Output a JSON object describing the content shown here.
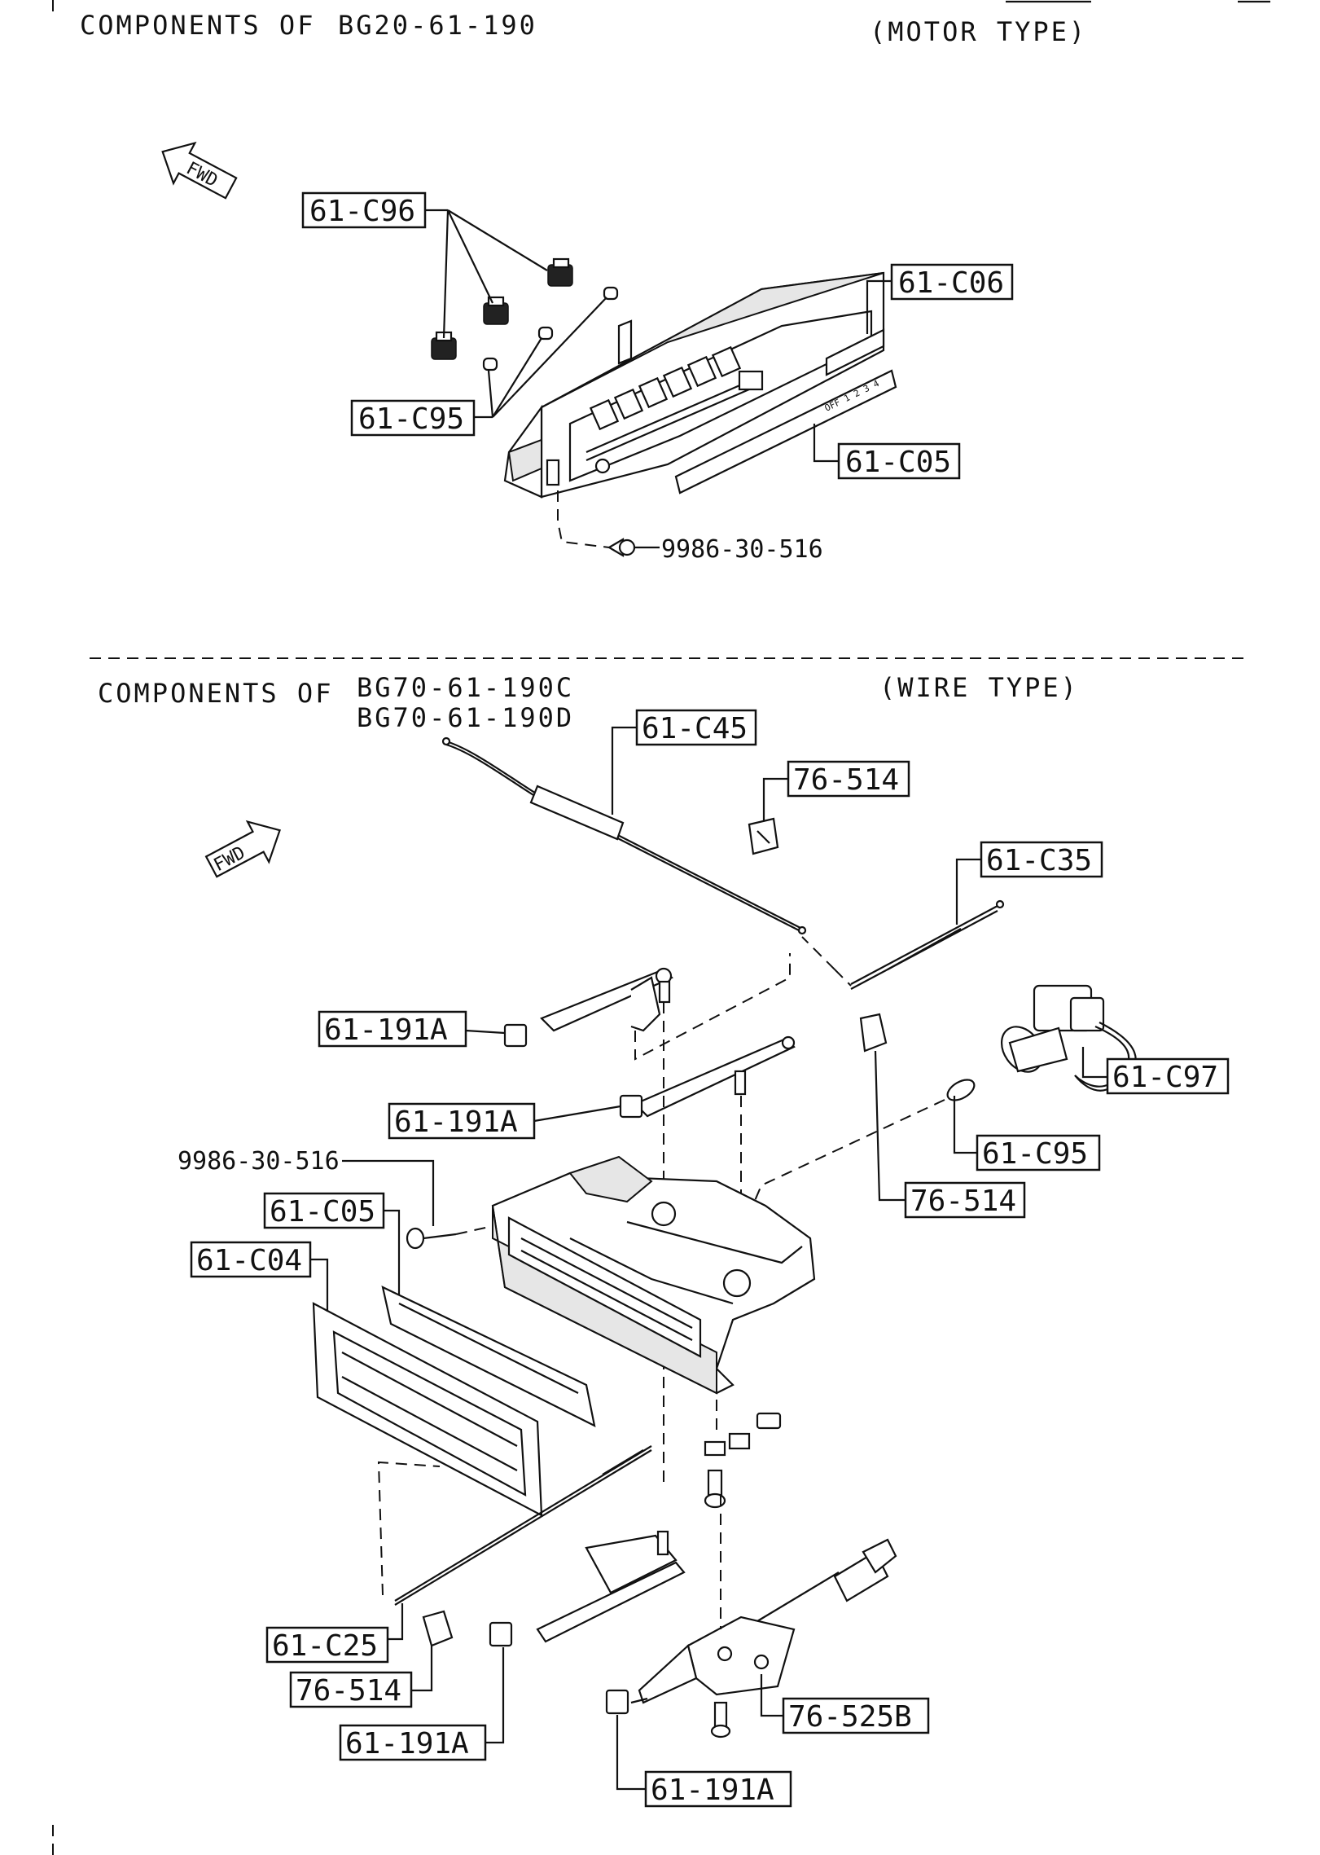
{
  "top_section": {
    "title_prefix": "COMPONENTS OF",
    "part_number": "BG20-61-190",
    "type_label": "(MOTOR TYPE)",
    "fwd_label": "FWD",
    "callouts": {
      "c96": "61-C96",
      "c95": "61-C95",
      "c06": "61-C06",
      "c05": "61-C05",
      "screw": "9986-30-516"
    }
  },
  "bottom_section": {
    "title_prefix": "COMPONENTS OF",
    "part_number_1": "BG70-61-190C",
    "part_number_2": "BG70-61-190D",
    "type_label": "(WIRE TYPE)",
    "fwd_label": "FWD",
    "callouts": {
      "c45": "61-C45",
      "clip_top": "76-514",
      "c35": "61-C35",
      "knob_1": "61-191A",
      "knob_2": "61-191A",
      "c97": "61-C97",
      "c95": "61-C95",
      "clip_mid": "76-514",
      "screw": "9986-30-516",
      "c05": "61-C05",
      "c04": "61-C04",
      "c25": "61-C25",
      "clip_bottom": "76-514",
      "knob_3": "61-191A",
      "switch": "76-525B",
      "knob_4": "61-191A"
    }
  },
  "panel_legend_text": "OFF 1 2 3 4"
}
